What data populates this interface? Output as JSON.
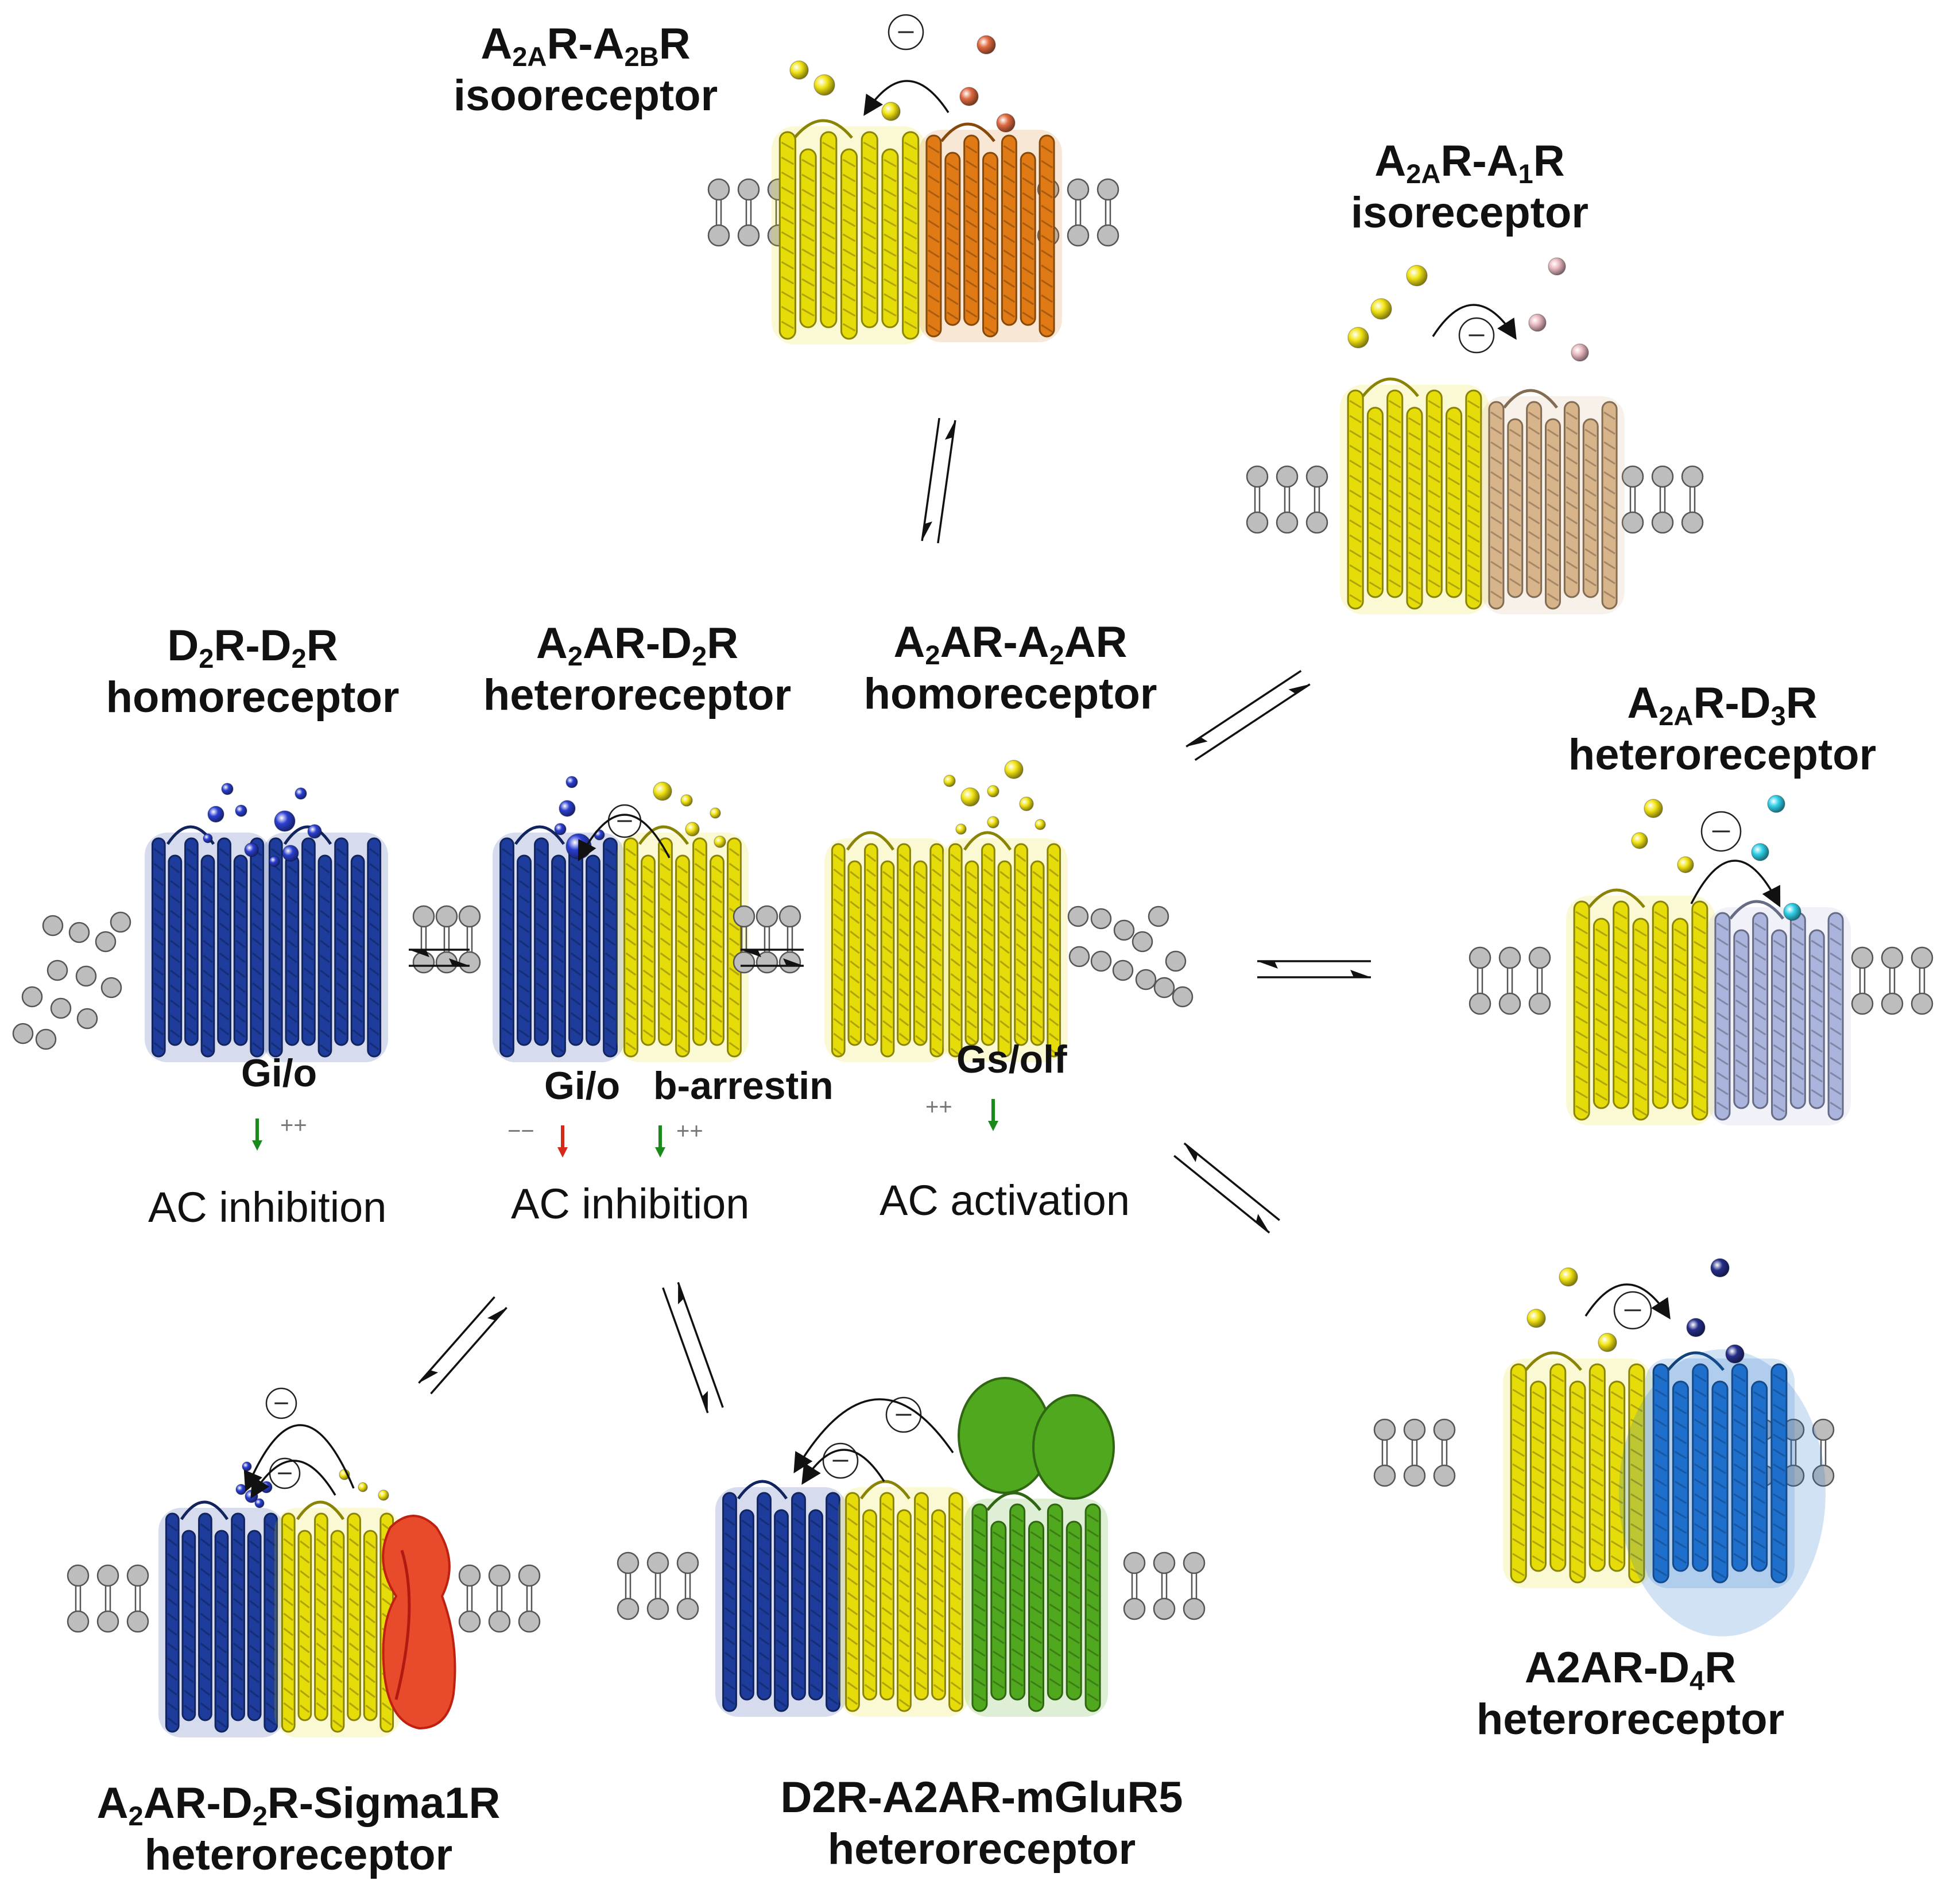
{
  "colors": {
    "A2AR": "#e6dc0a",
    "A2BR": "#e07a14",
    "A1R": "#d8b48a",
    "D2R": "#1e3c9c",
    "D3R": "#aab4dc",
    "D4R": "#1e6ecc",
    "mGluR5": "#50a81e",
    "Sigma1R": "#e84a2c",
    "membrane": "#bdbdbd",
    "arrow_down_green": "#1a8a1a",
    "arrow_down_red": "#d42a1a"
  },
  "labels": {
    "a2a_a2b": {
      "pre": "A",
      "sub1": "2A",
      "mid": "R-A",
      "sub2": "2B",
      "post": "R",
      "line2": "isooreceptor"
    },
    "a2a_a1": {
      "pre": "A",
      "sub1": "2A",
      "mid": "R-A",
      "sub2": "1",
      "post": "R",
      "line2": "isoreceptor"
    },
    "d2_d2": {
      "pre": "D",
      "sub1": "2",
      "mid": "R-D",
      "sub2": "2",
      "post": "R",
      "line2": "homoreceptor"
    },
    "a2a_d2": {
      "pre": "A",
      "sub1": "2",
      "mid": "AR-D",
      "sub2": "2",
      "post": "R",
      "line2": "heteroreceptor"
    },
    "a2a_a2a": {
      "pre": "A",
      "sub1": "2",
      "mid": "AR-A",
      "sub2": "2",
      "post": "AR",
      "line2": "homoreceptor"
    },
    "a2a_d3": {
      "pre": "A",
      "sub1": "2A",
      "mid": "R-D",
      "sub2": "3",
      "post": "R",
      "line2": "heteroreceptor"
    },
    "a2a_d4": {
      "pre": "A2AR-D",
      "sub1": "4",
      "mid": "R",
      "sub2": "",
      "post": "",
      "line2": "heteroreceptor"
    },
    "a2a_d2_sigma": {
      "pre": "A",
      "sub1": "2",
      "mid": "AR-D",
      "sub2": "2",
      "post": "R-Sigma1R",
      "line2": "heteroreceptor"
    },
    "d2_a2a_mglu": {
      "pre": "D2R-A2AR-mGluR5",
      "sub1": "",
      "mid": "",
      "sub2": "",
      "post": "",
      "line2": "heteroreceptor"
    }
  },
  "signaling": {
    "gio_left": "Gi/o",
    "gio_mid": "Gi/o",
    "barrestin": "b-arrestin",
    "gsolf": "Gs/olf",
    "plusplus": "++",
    "minusminus": "−−"
  },
  "effects": {
    "left": "AC inhibition",
    "mid": "AC inhibition",
    "right": "AC activation"
  },
  "inhibition_symbol": "−"
}
